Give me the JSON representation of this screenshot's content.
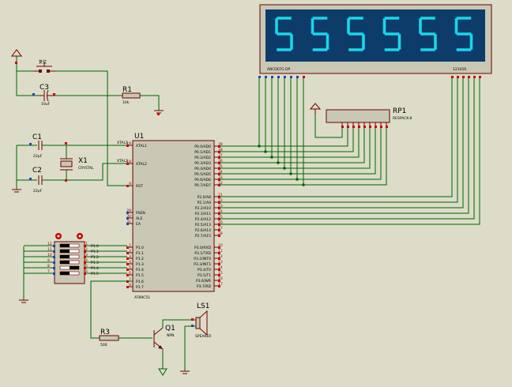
{
  "display": {
    "digits": [
      "5",
      "5",
      "5",
      "5",
      "5",
      "5"
    ],
    "label_left": "ABCDEFG DP",
    "label_right": "123456",
    "segment_color": "#18d8e8",
    "background_color": "#0d3c6a"
  },
  "rp1": {
    "ref": "RP1",
    "value": "RESPACK-8"
  },
  "c3": {
    "ref": "C3",
    "value": "10uF"
  },
  "r1": {
    "ref": "R1",
    "value": "10k"
  },
  "reset_btn": {
    "label": "复位"
  },
  "c1": {
    "ref": "C1",
    "value": "22pF"
  },
  "c2": {
    "ref": "C2",
    "value": "22pF"
  },
  "x1": {
    "ref": "X1",
    "value": "CRYSTAL"
  },
  "net_labels": {
    "xtal1": "XTAL1",
    "xtal2": "XTAL2"
  },
  "u1": {
    "ref": "U1",
    "part": "AT89C51",
    "left_pins": [
      {
        "num": "19",
        "name": "XTAL1"
      },
      {
        "num": "18",
        "name": "XTAL2"
      },
      {
        "num": "9",
        "name": "RST"
      },
      {
        "num": "29",
        "name": "PSEN"
      },
      {
        "num": "30",
        "name": "ALE"
      },
      {
        "num": "31",
        "name": "EA"
      },
      {
        "num": "1",
        "name": "P1.0"
      },
      {
        "num": "2",
        "name": "P1.1"
      },
      {
        "num": "3",
        "name": "P1.2"
      },
      {
        "num": "4",
        "name": "P1.3"
      },
      {
        "num": "5",
        "name": "P1.4"
      },
      {
        "num": "6",
        "name": "P1.5"
      },
      {
        "num": "7",
        "name": "P1.6"
      },
      {
        "num": "8",
        "name": "P1.7"
      }
    ],
    "right_p0": [
      {
        "num": "39",
        "name": "P0.0/AD0"
      },
      {
        "num": "38",
        "name": "P0.1/AD1"
      },
      {
        "num": "37",
        "name": "P0.2/AD2"
      },
      {
        "num": "36",
        "name": "P0.3/AD3"
      },
      {
        "num": "35",
        "name": "P0.4/AD4"
      },
      {
        "num": "34",
        "name": "P0.5/AD5"
      },
      {
        "num": "33",
        "name": "P0.6/AD6"
      },
      {
        "num": "32",
        "name": "P0.7/AD7"
      }
    ],
    "right_p2": [
      {
        "num": "21",
        "name": "P2.0/A8"
      },
      {
        "num": "22",
        "name": "P2.1/A9"
      },
      {
        "num": "23",
        "name": "P2.2/A10"
      },
      {
        "num": "24",
        "name": "P2.3/A11"
      },
      {
        "num": "25",
        "name": "P2.4/A12"
      },
      {
        "num": "26",
        "name": "P2.5/A13"
      },
      {
        "num": "27",
        "name": "P2.6/A14"
      },
      {
        "num": "28",
        "name": "P2.7/A15"
      }
    ],
    "right_p3": [
      {
        "num": "10",
        "name": "P3.0/RXD"
      },
      {
        "num": "11",
        "name": "P3.1/TXD"
      },
      {
        "num": "12",
        "name": "P3.2/INT0"
      },
      {
        "num": "13",
        "name": "P3.3/INT1"
      },
      {
        "num": "14",
        "name": "P3.4/T0"
      },
      {
        "num": "15",
        "name": "P3.5/T1"
      },
      {
        "num": "16",
        "name": "P3.6/WR"
      },
      {
        "num": "17",
        "name": "P3.7/RD"
      }
    ]
  },
  "dip": {
    "labels": [
      "P1.0",
      "P1.1",
      "P1.2",
      "P1.3",
      "P1.4",
      "P1.5"
    ],
    "pins_left": [
      "12",
      "11",
      "10",
      "9",
      "8",
      "7"
    ],
    "pins_right": [
      "1",
      "2",
      "3",
      "4",
      "5",
      "6"
    ]
  },
  "r3": {
    "ref": "R3",
    "value": "500"
  },
  "q1": {
    "ref": "Q1",
    "value": "NPN"
  },
  "ls1": {
    "ref": "LS1",
    "value": "SPEAKER"
  }
}
